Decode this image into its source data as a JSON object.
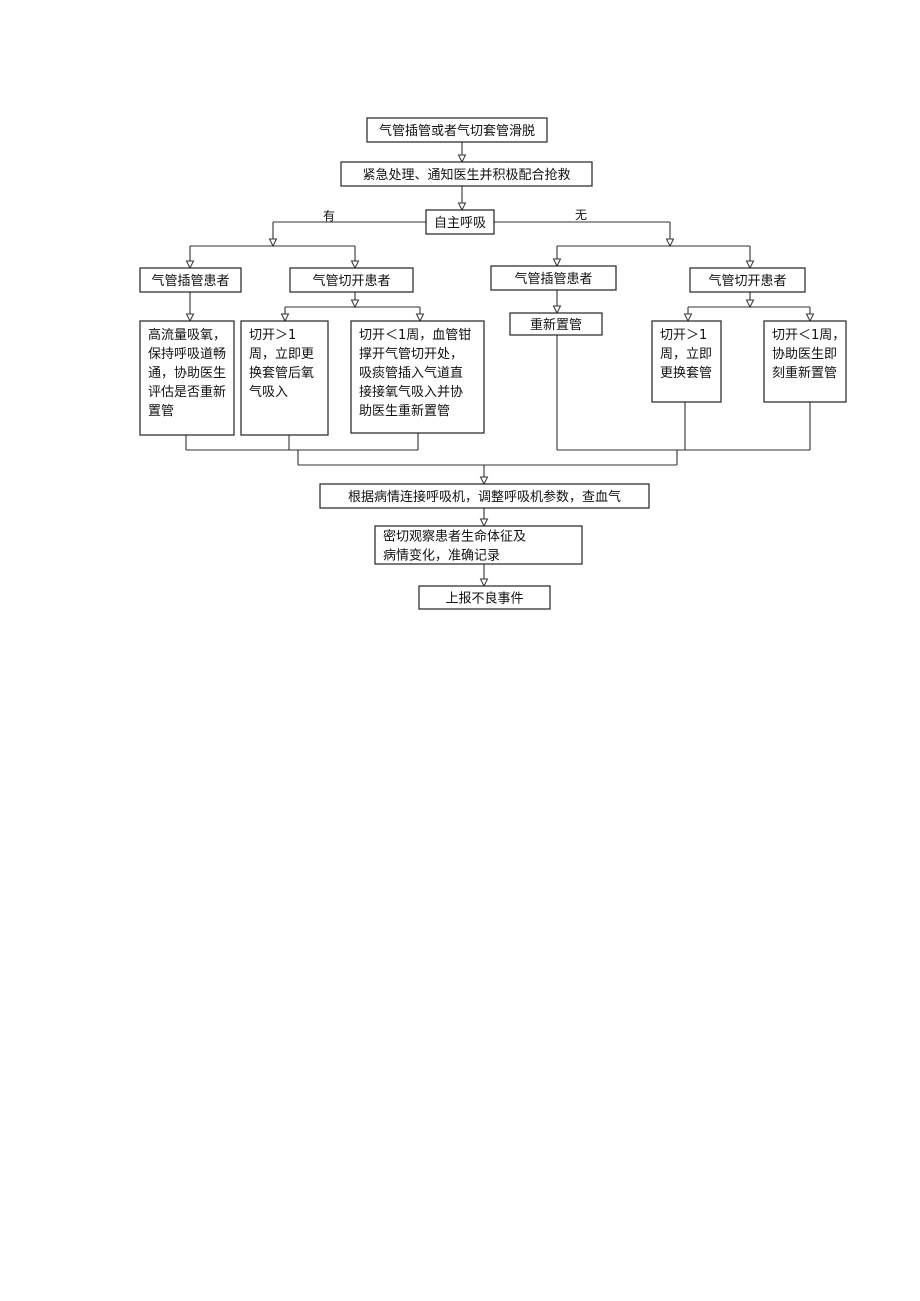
{
  "nodes": [
    {
      "id": "start",
      "lines": [
        "气管插管或者气切套管滑脱"
      ]
    },
    {
      "id": "emergency",
      "lines": [
        "紧急处理、通知医生并积极配合抢救"
      ]
    },
    {
      "id": "spontaneous",
      "lines": [
        "自主呼吸"
      ]
    },
    {
      "id": "yes_intub",
      "lines": [
        "气管插管患者"
      ]
    },
    {
      "id": "yes_trach",
      "lines": [
        "气管切开患者"
      ]
    },
    {
      "id": "no_intub",
      "lines": [
        "气管插管患者"
      ]
    },
    {
      "id": "no_trach",
      "lines": [
        "气管切开患者"
      ]
    },
    {
      "id": "yes_intub_action",
      "lines": [
        "高流量吸氧，",
        "保持呼吸道畅",
        "通，协助医生",
        "评估是否重新",
        "置管"
      ]
    },
    {
      "id": "yes_trach_gt1",
      "lines": [
        "切开＞1",
        "周，立即更",
        "换套管后氧",
        "气吸入"
      ]
    },
    {
      "id": "yes_trach_lt1",
      "lines": [
        "切开＜1周，血管钳",
        "撑开气管切开处，",
        "吸痰管插入气道直",
        "接接氧气吸入并协",
        "助医生重新置管"
      ]
    },
    {
      "id": "no_intub_action",
      "lines": [
        "重新置管"
      ]
    },
    {
      "id": "no_trach_gt1",
      "lines": [
        "切开＞1",
        "周，立即",
        "更换套管"
      ]
    },
    {
      "id": "no_trach_lt1",
      "lines": [
        "切开＜1周，",
        "协助医生即",
        "刻重新置管"
      ]
    },
    {
      "id": "ventilator",
      "lines": [
        "根据病情连接呼吸机，调整呼吸机参数，查血气"
      ]
    },
    {
      "id": "observe",
      "lines": [
        "密切观察患者生命体征及",
        "病情变化，准确记录"
      ]
    },
    {
      "id": "report",
      "lines": [
        "上报不良事件"
      ]
    }
  ],
  "edge_labels": {
    "yes": "有",
    "no": "无"
  }
}
